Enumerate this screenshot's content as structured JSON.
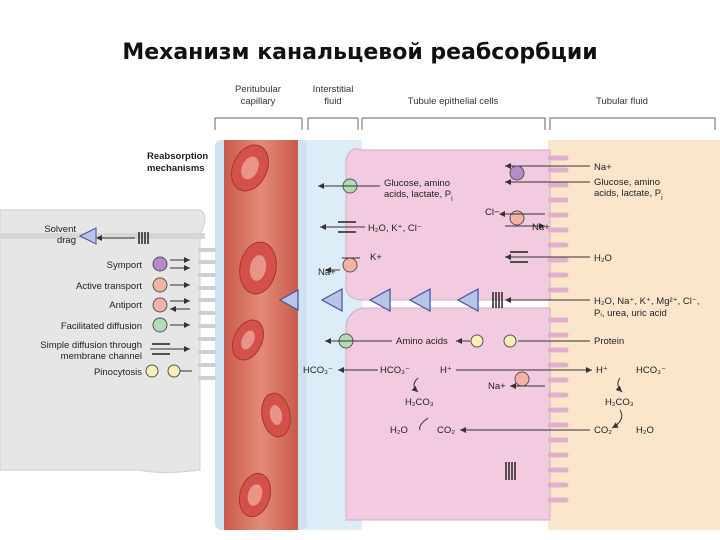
{
  "title": "Механизм канальцевой реабсорбции",
  "headers": {
    "capillary": [
      "Peritubular",
      "capillary"
    ],
    "interstitial": [
      "Interstitial",
      "fluid"
    ],
    "epithelial": "Tubule epithelial cells",
    "tubular": "Tubular fluid"
  },
  "legend": {
    "heading": [
      "Reabsorption",
      "mechanisms"
    ],
    "solvent_drag": [
      "Solvent",
      "drag"
    ],
    "symport": "Symport",
    "active_transport": "Active transport",
    "antiport": "Antiport",
    "facilitated_diffusion": "Facilitated diffusion",
    "simple_diffusion": [
      "Simple diffusion through",
      "membrane channel"
    ],
    "pinocytosis": "Pinocytosis"
  },
  "labels": {
    "na_top": "Na+",
    "glucose_right": [
      "Glucose, amino",
      "acids, lactate, P"
    ],
    "glucose_left": [
      "Glucose, amino",
      "acids, lactate, P"
    ],
    "subscript_i": "i",
    "cl": "Cl−",
    "na_cell": "Na+",
    "h2o_k_cl": "H₂O, K⁺, Cl⁻",
    "na_k_left": "Na+",
    "k_plus": "K+",
    "h2o_right": "H₂O",
    "bulk_list": [
      "H₂O, Na⁺, K⁺, Mg²⁺, Cl⁻,",
      "Pᵢ, urea, uric acid"
    ],
    "amino_acids": "Amino acids",
    "protein": "Protein",
    "hco3_left": "HCO₃⁻",
    "hco3_mid": "HCO₃⁻",
    "h_mid": "H⁺",
    "h_right": "H⁺",
    "hco3_right": "HCO₃⁻",
    "na_lower": "Na+",
    "h2co3_left": "H₂CO₃",
    "h2co3_right": "H₂CO₃",
    "h2o_bottom": "H₂O",
    "co2_left": "CO₂",
    "co2_right": "CO₂",
    "h2o_bottom_right": "H₂O"
  },
  "colors": {
    "symport": "#b48cc8",
    "active": "#f4b2a4",
    "facilitated": "#b2dcb4",
    "pinocytosis": "#f6f0b8",
    "triangle": "#b8c4ea",
    "triangle_stroke": "#44559a",
    "cell_pink": "#f2cbe0",
    "tubular_fluid": "#fbe6cc",
    "interstitial": "#daedf7",
    "capillary_red": "#d97060"
  }
}
